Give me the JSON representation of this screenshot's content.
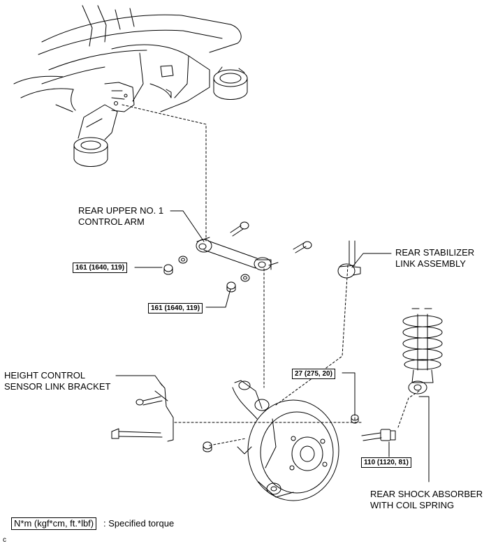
{
  "diagram": {
    "labels": {
      "upper_arm": [
        "REAR UPPER NO. 1",
        "CONTROL ARM"
      ],
      "stabilizer": [
        "REAR STABILIZER",
        "LINK ASSEMBLY"
      ],
      "height_sensor": [
        "HEIGHT CONTROL",
        "SENSOR LINK BRACKET"
      ],
      "shock": [
        "REAR SHOCK ABSORBER",
        "WITH COIL SPRING"
      ]
    },
    "torque_specs": {
      "upper_arm_front_nut": "161 (1640, 119)",
      "upper_arm_rear_nut": "161 (1640, 119)",
      "stabilizer_nut": "27 (275, 20)",
      "shock_bolt": "110 (1120, 81)"
    },
    "legend": {
      "unit": "N*m (kgf*cm, ft.*lbf)",
      "description": ": Specified torque"
    },
    "corner_mark": "c"
  }
}
